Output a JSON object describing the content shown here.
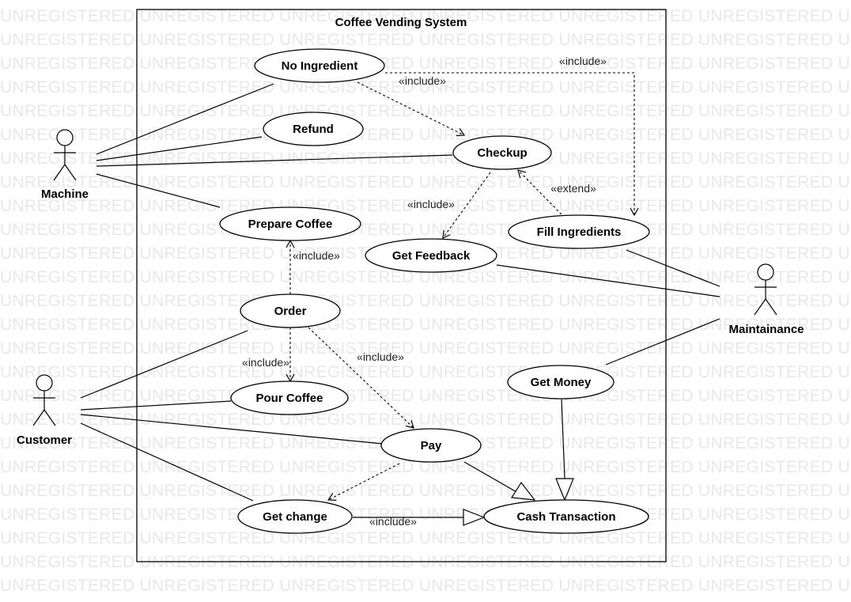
{
  "watermark_text": "UNREGISTERED",
  "system": {
    "title": "Coffee Vending System"
  },
  "actors": {
    "machine": "Machine",
    "customer": "Customer",
    "maintenance": "Maintainance"
  },
  "use_cases": {
    "no_ingredient": "No Ingredient",
    "refund": "Refund",
    "checkup": "Checkup",
    "prepare_coffee": "Prepare Coffee",
    "fill_ingredients": "Fill Ingredients",
    "get_feedback": "Get Feedback",
    "order": "Order",
    "pour_coffee": "Pour Coffee",
    "get_money": "Get Money",
    "pay": "Pay",
    "get_change": "Get change",
    "cash_transaction": "Cash Transaction"
  },
  "relations": {
    "include": "«include»",
    "extend": "«extend»"
  }
}
